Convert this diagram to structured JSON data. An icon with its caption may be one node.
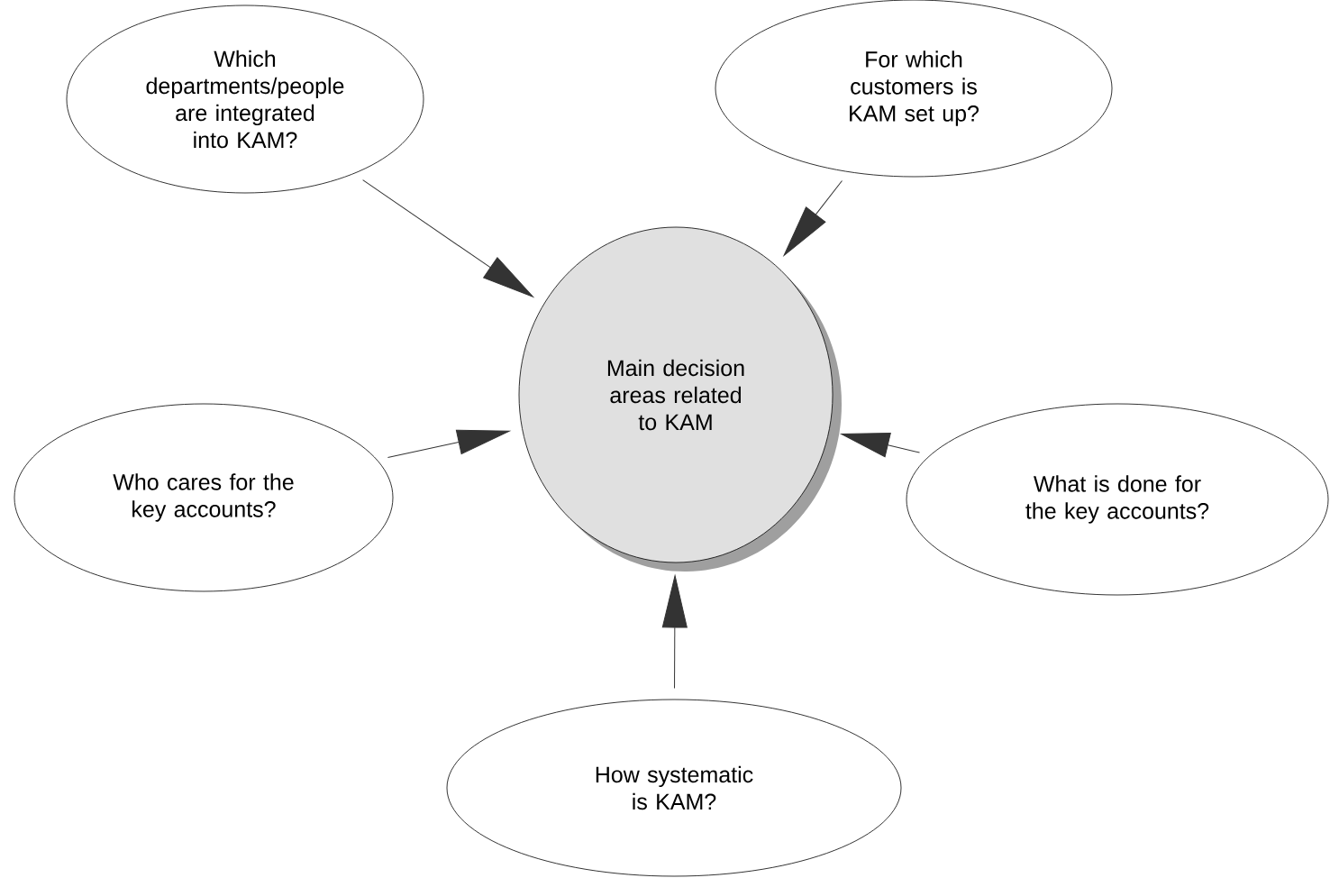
{
  "diagram": {
    "nodes": [
      {
        "text": [
          "Which departments/people are integrated into KAM?"
        ]
      },
      {
        "text": [
          "For which customers is KAM set up?"
        ]
      },
      {
        "text": [
          "Main decision areas related to KAM"
        ]
      },
      {
        "text": [
          "Who cares for the key accounts?"
        ]
      },
      {
        "text": [
          "What is done for the key accounts?"
        ]
      },
      {
        "text": [
          "How systematic is KAM?"
        ]
      }
    ],
    "edges": [
      {
        "from": 0,
        "to": 2,
        "arrow": "to"
      },
      {
        "from": 1,
        "to": 2,
        "arrow": "to"
      },
      {
        "from": 3,
        "to": 2,
        "arrow": "to"
      },
      {
        "from": 4,
        "to": 2,
        "arrow": "to"
      },
      {
        "from": 5,
        "to": 2,
        "arrow": "to"
      }
    ]
  }
}
